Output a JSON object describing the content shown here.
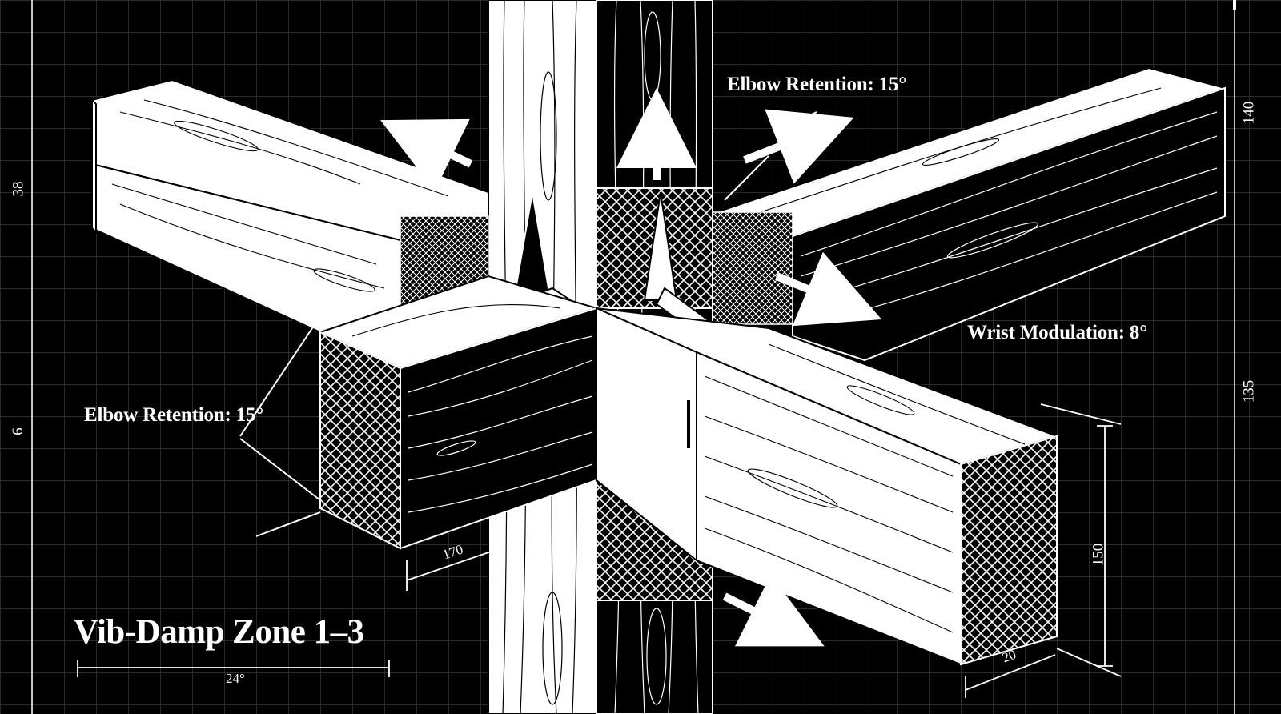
{
  "title": "Vib-Damp Zone 1–3",
  "callouts": {
    "elbow_top": "Elbow Retention: 15°",
    "elbow_left": "Elbow Retention: 15°",
    "wrist": "Wrist Modulation: 8°"
  },
  "dimensions": {
    "bottom_left": "24°",
    "front_beam_width": "170",
    "end_width": "20",
    "end_height": "150",
    "right_upper": "140",
    "right_middle": "135",
    "left_upper": "38",
    "left_lower": "6"
  },
  "colors": {
    "background": "#000000",
    "grid": "#3a3a3a",
    "line": "#ffffff"
  }
}
